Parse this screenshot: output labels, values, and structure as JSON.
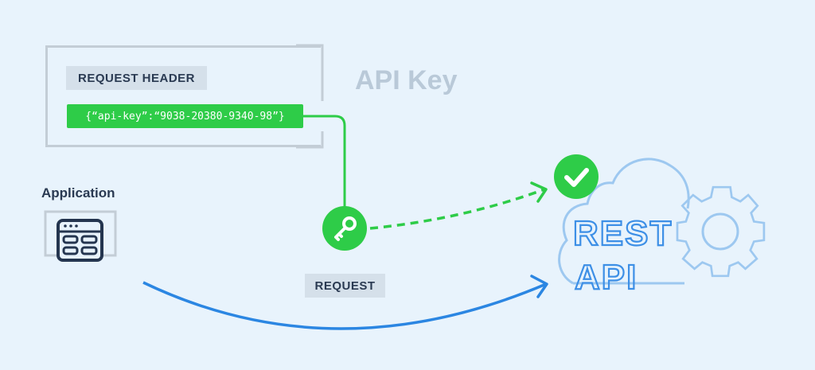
{
  "header": {
    "tag_label": "REQUEST HEADER",
    "json_text": "{“api-key”:“9038-20380-9340-98”}"
  },
  "title": "API Key",
  "application": {
    "label": "Application"
  },
  "request": {
    "label": "REQUEST"
  },
  "server": {
    "line1": "REST",
    "line2": "API"
  },
  "icons": {
    "key": "key-icon",
    "check": "check-circle-icon",
    "app": "app-window-icon",
    "cloud": "cloud-icon",
    "gear": "gear-icon"
  },
  "colors": {
    "green": "#2ecc48",
    "blue": "#2b86e2",
    "light_blue": "#9dc8f0",
    "grey": "#c3cdd6",
    "navy": "#2a3a52",
    "background": "#e8f3fc"
  }
}
